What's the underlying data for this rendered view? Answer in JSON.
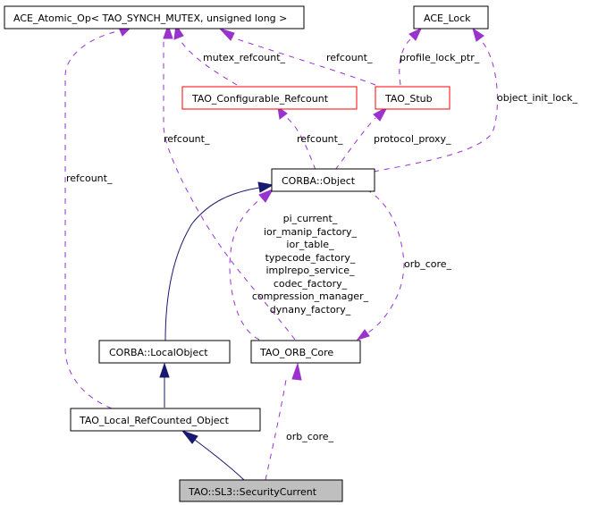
{
  "diagram": {
    "title": "TAO::SL3::SecurityCurrent collaboration graph",
    "colors": {
      "inheritance_edge": "#191970",
      "usage_edge": "#9a32cd",
      "highlight_border": "#ff0000",
      "current_node_fill": "#bfbfbf"
    },
    "nodes": {
      "atomic_op": "ACE_Atomic_Op< TAO_SYNCH_MUTEX, unsigned long >",
      "ace_lock": "ACE_Lock",
      "configurable_refcount": "TAO_Configurable_Refcount",
      "tao_stub": "TAO_Stub",
      "corba_object": "CORBA::Object",
      "corba_localobject": "CORBA::LocalObject",
      "tao_orb_core": "TAO_ORB_Core",
      "local_refcounted": "TAO_Local_RefCounted_Object",
      "security_current": "TAO::SL3::SecurityCurrent"
    },
    "edge_labels": {
      "mutex_refcount": "mutex_refcount_",
      "stub_refcount": "refcount_",
      "profile_lock_ptr": "profile_lock_ptr_",
      "object_init_lock": "object_init_lock_",
      "local_refcount": "refcount_",
      "object_refcount": "refcount_",
      "config_refcount": "refcount_",
      "protocol_proxy": "protocol_proxy_",
      "orb_core_obj": "orb_core_",
      "orb_core_sec": "orb_core_",
      "orbcore_members": [
        "pi_current_",
        "ior_manip_factory_",
        "ior_table_",
        "typecode_factory_",
        "implrepo_service_",
        "codec_factory_",
        "compression_manager_",
        "dynany_factory_"
      ]
    }
  }
}
